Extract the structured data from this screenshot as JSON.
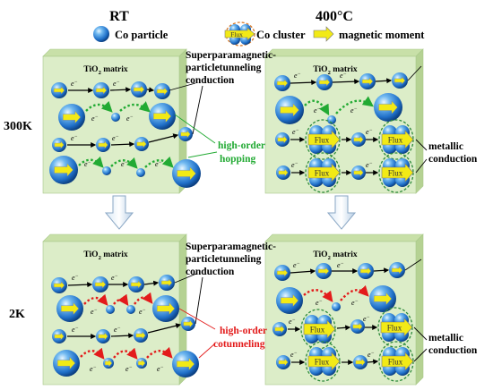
{
  "headings": {
    "rt": "RT",
    "t400": "400°C",
    "row300": "300K",
    "row2": "2K"
  },
  "legend": {
    "particle": "Co particle",
    "cluster": "Co cluster",
    "moment": "magnetic moment",
    "flux_word": "Flux"
  },
  "matrix_label": "TiO",
  "matrix_sub": "2",
  "matrix_suffix": " matrix",
  "electron": "e",
  "electron_sup": "−",
  "spt_line1": "Superparamagnetic-",
  "spt_line2": "particletunneling",
  "spt_line3": "conduction",
  "hop_line1": "high-order",
  "hop_line2": "hopping",
  "cot_line1": "high-order",
  "cot_line2": "cotunneling",
  "metal_line1": "metallic",
  "metal_line2": "conduction",
  "colors": {
    "matrix_face": "#dcedc8",
    "matrix_top": "#c8e0a8",
    "matrix_side": "#b5d293",
    "hopping": "#22aa33",
    "cotunneling": "#e31b1b",
    "cluster_ring": "#2e8b3c",
    "arrow_fill": "#f2ea16",
    "particle": "#1e7ad6"
  },
  "icons": [
    "sphere-icon",
    "flux-cluster-icon",
    "arrow-icon",
    "down-arrow-icon"
  ]
}
